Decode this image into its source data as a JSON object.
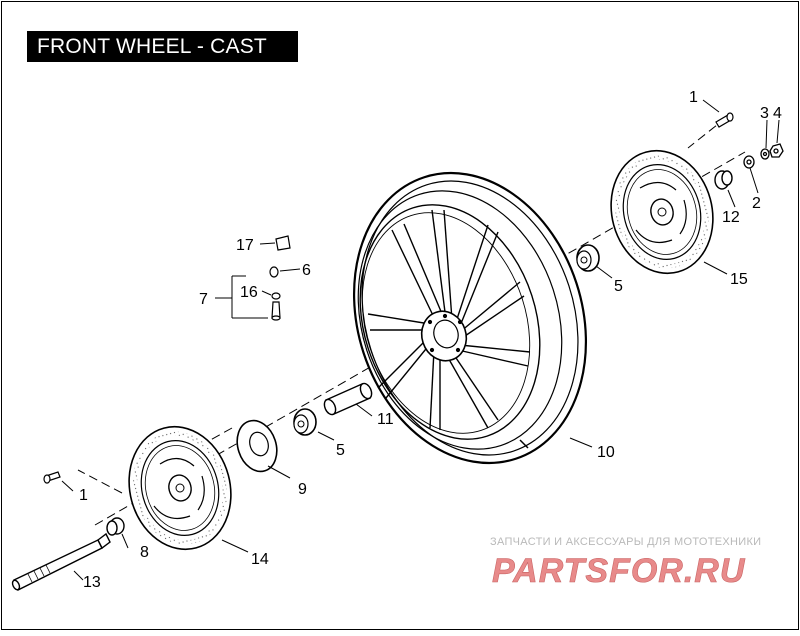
{
  "title": "FRONT WHEEL - CAST",
  "watermark": {
    "tagline": "ЗАПЧАСТИ И АКСЕССУАРЫ ДЛЯ МОТОТЕХНИКИ",
    "logo": "PARTSFOR.RU",
    "color": "#e88a8a"
  },
  "callouts": {
    "bolt_top": "1",
    "spacer_top": "2",
    "washer": "3",
    "nut": "4",
    "bearing_upper": "5",
    "valve_cap": "6",
    "valve_group": "7",
    "spacer_left": "8",
    "debris_deflector": "9",
    "wheel": "10",
    "bearing_spacer": "11",
    "spacer_right": "12",
    "axle": "13",
    "rotor_left": "14",
    "rotor_right": "15",
    "valve_grommet": "16",
    "balance_weight": "17",
    "bearing_lower": "5",
    "bolt_bottom": "1"
  },
  "colors": {
    "ink": "#000000",
    "background": "#ffffff"
  }
}
